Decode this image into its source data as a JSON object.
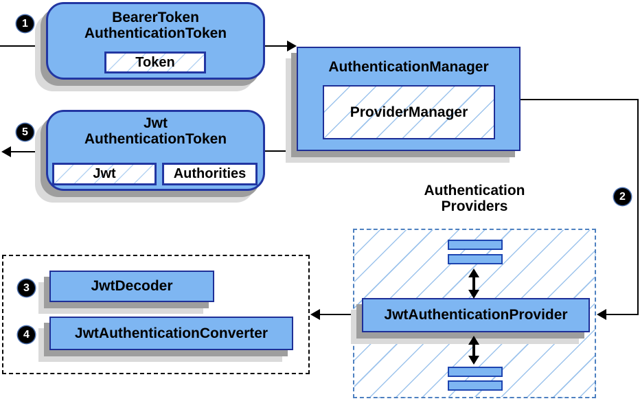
{
  "nodes": {
    "bearer_token": {
      "title": "BearerToken\nAuthenticationToken",
      "chip": "Token"
    },
    "authentication_manager": {
      "title": "AuthenticationManager",
      "chip": "ProviderManager"
    },
    "jwt_authentication_token": {
      "title": "Jwt\nAuthenticationToken",
      "chips": [
        "Jwt",
        "Authorities"
      ]
    },
    "jwt_authentication_provider": {
      "title": "JwtAuthenticationProvider"
    },
    "jwt_decoder": {
      "title": "JwtDecoder"
    },
    "jwt_authentication_converter": {
      "title": "JwtAuthenticationConverter"
    }
  },
  "labels": {
    "authentication_providers": "Authentication\nProviders"
  },
  "badges": {
    "step1": "1",
    "step2": "2",
    "step3": "3",
    "step4": "4",
    "step5": "5"
  },
  "colors": {
    "node_fill": "#7eb6f2",
    "border_navy": "#1e2f97",
    "rounded_border": "#2236a2",
    "bar_border": "#1d44b0",
    "hatch_line": "#9cc3ec",
    "chip_hatch_line": "#b5d3f2",
    "dash_blue": "#4d80c0",
    "dash_black": "#000000",
    "shadow_dark": "#9e9e9e",
    "shadow_light": "#dadada",
    "connector": "#000000",
    "badge_bg": "#000000",
    "badge_fg": "#ffffff"
  }
}
